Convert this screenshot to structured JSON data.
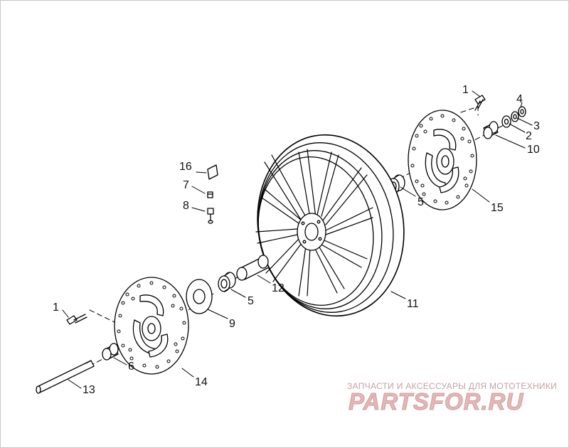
{
  "callouts": {
    "c1_top": "1",
    "c4": "4",
    "c3": "3",
    "c2": "2",
    "c10": "10",
    "c5_top": "5",
    "c15": "15",
    "c16": "16",
    "c7": "7",
    "c8": "8",
    "c12": "12",
    "c5_mid": "5",
    "c9": "9",
    "c11": "11",
    "c1_left": "1",
    "c6": "6",
    "c14": "14",
    "c13": "13"
  },
  "watermark": {
    "tagline": "ЗАПЧАСТИ И АКСЕССУАРЫ ДЛЯ МОТОТЕХНИКИ",
    "logo": "PARTSFOR.RU"
  },
  "colors": {
    "line": "#000000",
    "watermark_text": "#c4a0a0",
    "watermark_logo": "#e2b8b8"
  }
}
